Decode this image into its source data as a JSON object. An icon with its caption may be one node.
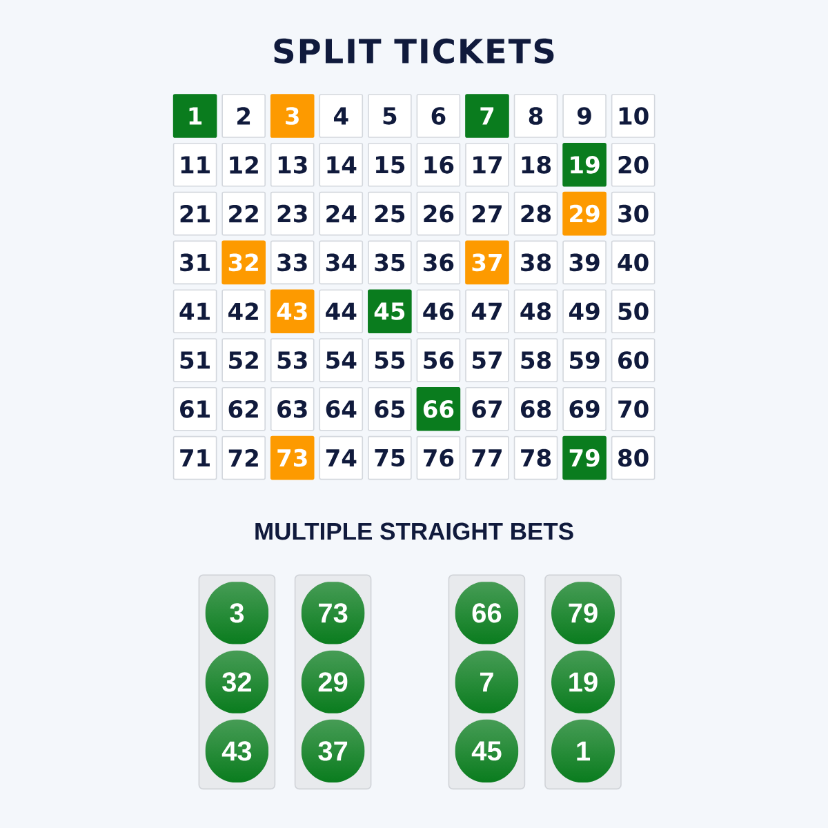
{
  "diagram": {
    "title": "SPLIT TICKETS",
    "nodes": [
      {
        "text": [
          "1"
        ]
      },
      {
        "text": [
          "2"
        ]
      },
      {
        "text": [
          "3"
        ]
      },
      {
        "text": [
          "4"
        ]
      },
      {
        "text": [
          "5"
        ]
      },
      {
        "text": [
          "6"
        ]
      },
      {
        "text": [
          "7"
        ]
      },
      {
        "text": [
          "8"
        ]
      },
      {
        "text": [
          "9"
        ]
      },
      {
        "text": [
          "10"
        ]
      },
      {
        "text": [
          "11"
        ]
      },
      {
        "text": [
          "12"
        ]
      },
      {
        "text": [
          "13"
        ]
      },
      {
        "text": [
          "14"
        ]
      },
      {
        "text": [
          "15"
        ]
      },
      {
        "text": [
          "16"
        ]
      },
      {
        "text": [
          "17"
        ]
      },
      {
        "text": [
          "18"
        ]
      },
      {
        "text": [
          "19"
        ]
      },
      {
        "text": [
          "20"
        ]
      },
      {
        "text": [
          "21"
        ]
      },
      {
        "text": [
          "22"
        ]
      },
      {
        "text": [
          "23"
        ]
      },
      {
        "text": [
          "24"
        ]
      },
      {
        "text": [
          "25"
        ]
      },
      {
        "text": [
          "26"
        ]
      },
      {
        "text": [
          "27"
        ]
      },
      {
        "text": [
          "28"
        ]
      },
      {
        "text": [
          "29"
        ]
      },
      {
        "text": [
          "30"
        ]
      },
      {
        "text": [
          "31"
        ]
      },
      {
        "text": [
          "32"
        ]
      },
      {
        "text": [
          "33"
        ]
      },
      {
        "text": [
          "34"
        ]
      },
      {
        "text": [
          "35"
        ]
      },
      {
        "text": [
          "36"
        ]
      },
      {
        "text": [
          "37"
        ]
      },
      {
        "text": [
          "38"
        ]
      },
      {
        "text": [
          "39"
        ]
      },
      {
        "text": [
          "40"
        ]
      },
      {
        "text": [
          "41"
        ]
      },
      {
        "text": [
          "42"
        ]
      },
      {
        "text": [
          "43"
        ]
      },
      {
        "text": [
          "44"
        ]
      },
      {
        "text": [
          "45"
        ]
      },
      {
        "text": [
          "46"
        ]
      },
      {
        "text": [
          "47"
        ]
      },
      {
        "text": [
          "48"
        ]
      },
      {
        "text": [
          "49"
        ]
      },
      {
        "text": [
          "50"
        ]
      },
      {
        "text": [
          "51"
        ]
      },
      {
        "text": [
          "52"
        ]
      },
      {
        "text": [
          "53"
        ]
      },
      {
        "text": [
          "54"
        ]
      },
      {
        "text": [
          "55"
        ]
      },
      {
        "text": [
          "56"
        ]
      },
      {
        "text": [
          "57"
        ]
      },
      {
        "text": [
          "58"
        ]
      },
      {
        "text": [
          "59"
        ]
      },
      {
        "text": [
          "60"
        ]
      },
      {
        "text": [
          "61"
        ]
      },
      {
        "text": [
          "62"
        ]
      },
      {
        "text": [
          "63"
        ]
      },
      {
        "text": [
          "64"
        ]
      },
      {
        "text": [
          "65"
        ]
      },
      {
        "text": [
          "66"
        ]
      },
      {
        "text": [
          "67"
        ]
      },
      {
        "text": [
          "68"
        ]
      },
      {
        "text": [
          "69"
        ]
      },
      {
        "text": [
          "70"
        ]
      },
      {
        "text": [
          "71"
        ]
      },
      {
        "text": [
          "72"
        ]
      },
      {
        "text": [
          "73"
        ]
      },
      {
        "text": [
          "74"
        ]
      },
      {
        "text": [
          "75"
        ]
      },
      {
        "text": [
          "76"
        ]
      },
      {
        "text": [
          "77"
        ]
      },
      {
        "text": [
          "78"
        ]
      },
      {
        "text": [
          "79"
        ]
      },
      {
        "text": [
          "80"
        ]
      },
      {
        "text": [],
        "shape": "box"
      },
      {
        "text": [
          "3"
        ],
        "in": 80
      },
      {
        "text": [
          "32"
        ],
        "in": 80
      },
      {
        "text": [
          "43"
        ],
        "in": 80
      },
      {
        "text": [],
        "shape": "box"
      },
      {
        "text": [
          "73"
        ],
        "in": 84
      },
      {
        "text": [
          "29"
        ],
        "in": 84
      },
      {
        "text": [
          "37"
        ],
        "in": 84
      },
      {
        "text": [],
        "shape": "box"
      },
      {
        "text": [
          "66"
        ],
        "in": 88
      },
      {
        "text": [
          "7"
        ],
        "in": 88
      },
      {
        "text": [
          "45"
        ],
        "in": 88
      },
      {
        "text": [],
        "shape": "box"
      },
      {
        "text": [
          "79"
        ],
        "in": 92
      },
      {
        "text": [
          "19"
        ],
        "in": 92
      },
      {
        "text": [
          "1"
        ],
        "in": 92
      }
    ],
    "labels": [
      "MULTIPLE STRAIGHT BETS"
    ]
  }
}
